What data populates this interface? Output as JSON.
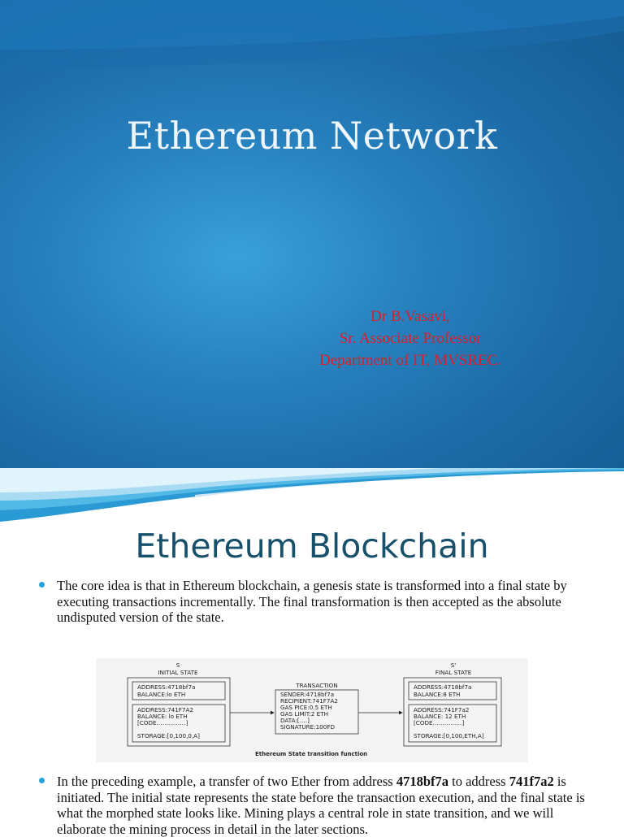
{
  "slide1": {
    "title": "Ethereum Network",
    "author_lines": [
      "Dr  B.Vasavi,",
      "Sr. Associate Professor",
      "Department of IT, MVSREC."
    ]
  },
  "slide2": {
    "title": "Ethereum Blockchain",
    "bullet1": "The core idea is that in Ethereum blockchain, a genesis state is transformed into a final state by executing transactions incrementally. The final transformation is then accepted as the absolute undisputed version of the state.",
    "bullet2": {
      "p1": "In the preceding example, a transfer of two Ether from address ",
      "addr1": "4718bf7a",
      "p2": " to address ",
      "addr2": "741f7a2",
      "p3": " is initiated. The initial state represents the state before the transaction execution, and the final state is what the morphed state looks like. Mining plays a central role in state transition, and we will elaborate the mining process in detail in the later sections."
    },
    "figure": {
      "initial_symbol": "S",
      "initial_label": "INITIAL STATE",
      "initial_box1": [
        "ADDRESS:4718bf7a",
        "BALANCE:lo ETH"
      ],
      "initial_box2": [
        "ADDRESS:741F7A2",
        "BALANCE: lo ETH",
        "[CODE……………]",
        "",
        "STORAGE:[0,100,0,A]"
      ],
      "tx_label": "TRANSACTION",
      "tx_box": [
        "SENDER:4718bf7a",
        "RECIPIENT:741F7A2",
        "GAS PICE:0.5 ETH",
        "GAS LIMIT:2 ETH",
        "DATA:[….]",
        "SIGNATURE:100FD"
      ],
      "final_symbol": "S'",
      "final_label": "FINAL STATE",
      "final_box1": [
        "ADDRESS:4718bf7a",
        "BALANCE:8 ETH"
      ],
      "final_box2": [
        "ADDRESS:741F7a2",
        "BALANCE: 12 ETH",
        "[CODE……………]",
        "",
        "STORAGE:[0,100,ETH,A]"
      ],
      "caption": "Ethereum State transition function"
    }
  }
}
